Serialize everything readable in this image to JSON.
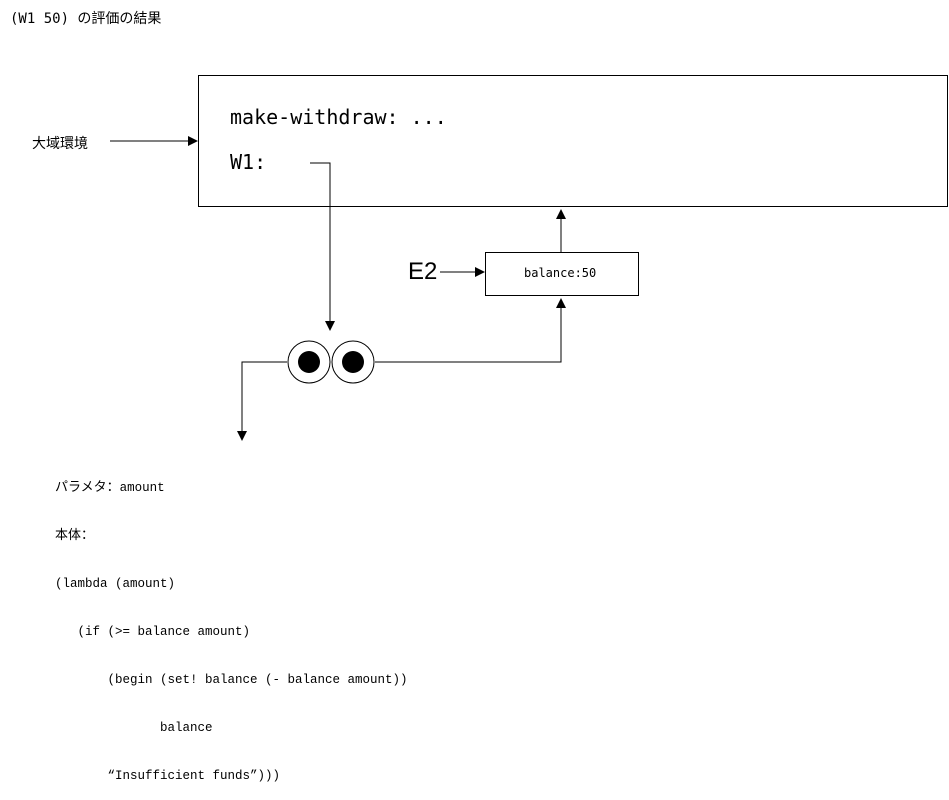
{
  "title": "(W1 50) の評価の結果",
  "global_env": {
    "label": "大域環境",
    "bindings": [
      {
        "text": "make-withdraw: ..."
      },
      {
        "text": "W1:"
      }
    ]
  },
  "e2": {
    "label": "E2",
    "binding": "balance:50"
  },
  "procedure": {
    "params_label": "パラメタ：",
    "params_value": "amount",
    "body_label": "本体：",
    "code": [
      "(lambda (amount)",
      "   (if (>= balance amount)",
      "       (begin (set! balance (- balance amount))",
      "              balance",
      "       “Insufficient funds”)))"
    ]
  },
  "colors": {
    "stroke": "#000000",
    "background": "#ffffff"
  }
}
